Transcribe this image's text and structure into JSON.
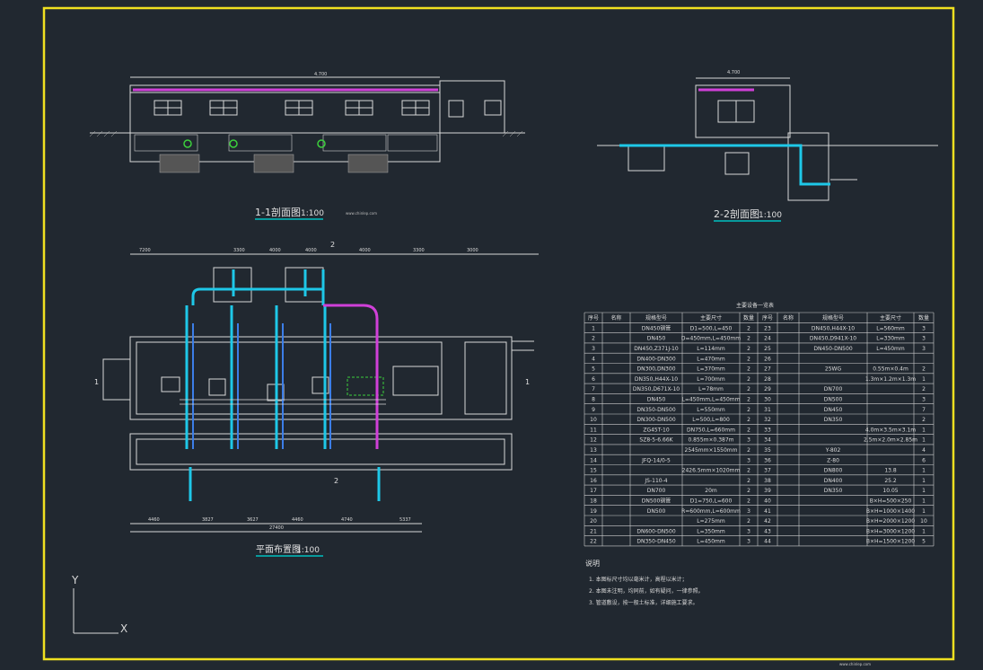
{
  "drawing": {
    "section_1_title": "1-1剖面图",
    "section_1_scale": "1:100",
    "section_2_title": "2-2剖面图",
    "section_2_scale": "1:100",
    "plan_title": "平面布置图",
    "plan_scale": "1:100",
    "watermark": "www.chinlep.com",
    "footer_note": "www.chinlep.com"
  },
  "table": {
    "title": "主要设备一览表",
    "headers": [
      "序号",
      "名称",
      "规格型号",
      "主要尺寸",
      "数量",
      "序号",
      "名称",
      "规格型号",
      "主要尺寸",
      "数量"
    ],
    "rows": [
      [
        "1",
        "",
        "DN450钢管",
        "D1=500,L=450",
        "2",
        "23",
        "",
        "DN450,H44X-10",
        "L=560mm",
        "3"
      ],
      [
        "2",
        "",
        "DN450",
        "D=450mm,L=450mm",
        "2",
        "24",
        "",
        "DN450,D941X-10",
        "L=330mm",
        "3"
      ],
      [
        "3",
        "",
        "DN450,Z371J-10",
        "L=114mm",
        "2",
        "25",
        "",
        "DN450-DN500",
        "L=450mm",
        "3"
      ],
      [
        "4",
        "",
        "DN400-DN300",
        "L=470mm",
        "2",
        "26",
        "",
        "",
        "",
        ""
      ],
      [
        "5",
        "",
        "DN300,DN300",
        "L=370mm",
        "2",
        "27",
        "",
        "25WG",
        "0.55m×0.4m",
        "2"
      ],
      [
        "6",
        "",
        "DN350,H44X-10",
        "L=700mm",
        "2",
        "28",
        "",
        "",
        "1.3m×1.2m×1.3m",
        "1"
      ],
      [
        "7",
        "",
        "DN350,D671X-10",
        "L=78mm",
        "2",
        "29",
        "",
        "DN700",
        "",
        "2"
      ],
      [
        "8",
        "",
        "DN450",
        "L=450mm,L=450mm",
        "2",
        "30",
        "",
        "DN500",
        "",
        "3"
      ],
      [
        "9",
        "",
        "DN350-DN500",
        "L=550mm",
        "2",
        "31",
        "",
        "DN450",
        "",
        "7"
      ],
      [
        "10",
        "",
        "DN300-DN500",
        "L=500,L=800",
        "2",
        "32",
        "",
        "DN350",
        "",
        "2"
      ],
      [
        "11",
        "",
        "ZG45T-10",
        "DN750,L=660mm",
        "2",
        "33",
        "",
        "",
        "4.0m×3.5m×3.1m",
        "1"
      ],
      [
        "12",
        "",
        "SZ8-5-6.66K",
        "0.855m×0.387m",
        "3",
        "34",
        "",
        "",
        "2.5m×2.0m×2.85m",
        "1"
      ],
      [
        "13",
        "",
        "",
        "2545mm×1550mm",
        "2",
        "35",
        "",
        "Y-802",
        "",
        "4"
      ],
      [
        "14",
        "",
        "JFQ-14/0-5",
        "",
        "3",
        "36",
        "",
        "Z-80",
        "",
        "6"
      ],
      [
        "15",
        "",
        "",
        "2426.5mm×1020mm",
        "2",
        "37",
        "",
        "DN800",
        "13.8",
        "1"
      ],
      [
        "16",
        "",
        "JS-110-4",
        "",
        "2",
        "38",
        "",
        "DN400",
        "25.2",
        "1"
      ],
      [
        "17",
        "",
        "DN700",
        "20m",
        "2",
        "39",
        "",
        "DN350",
        "10.05",
        "1"
      ],
      [
        "18",
        "",
        "DN500钢管",
        "D1=750,L=600",
        "2",
        "40",
        "",
        "",
        "B×H=500×250",
        "1"
      ],
      [
        "19",
        "",
        "DN500",
        "R=600mm,L=600mm",
        "3",
        "41",
        "",
        "",
        "B×H=1000×1400",
        "1"
      ],
      [
        "20",
        "",
        "",
        "L=275mm",
        "2",
        "42",
        "",
        "",
        "B×H=2000×1200",
        "10"
      ],
      [
        "21",
        "",
        "DN600-DN500",
        "L=350mm",
        "3",
        "43",
        "",
        "",
        "B×H=3000×1200",
        "1"
      ],
      [
        "22",
        "",
        "DN350-DN450",
        "L=450mm",
        "3",
        "44",
        "",
        "",
        "B×H=1500×1200",
        "5"
      ]
    ]
  },
  "notes": {
    "heading": "说明",
    "items": [
      "1. 本图标尺寸均以毫米计，高程以米计；",
      "2. 本图未注明，均同前，如有疑问，一律参照。",
      "3. 管道敷设，按一般土标准，详细施工要求。"
    ]
  },
  "dimensions": {
    "plan_total": "27400",
    "plan_segments": [
      "4460",
      "3827",
      "3627",
      "4460",
      "4740",
      "5337"
    ],
    "top_segments": [
      "7200",
      "3300",
      "4000",
      "4000",
      "4000",
      "3300",
      "3000"
    ],
    "section1_total": "4.700",
    "section2_total": "4.700"
  },
  "axis": {
    "y": "Y",
    "x": "X"
  },
  "colors": {
    "background": "#212830",
    "border": "#f0e020",
    "cyan_pipe": "#1ec8e8",
    "blue_pipe": "#3c7ee8",
    "magenta_pipe": "#d040d8",
    "green_mark": "#3cd03c",
    "title_underline": "#00c0c0",
    "lines": "#d8d8d8"
  }
}
